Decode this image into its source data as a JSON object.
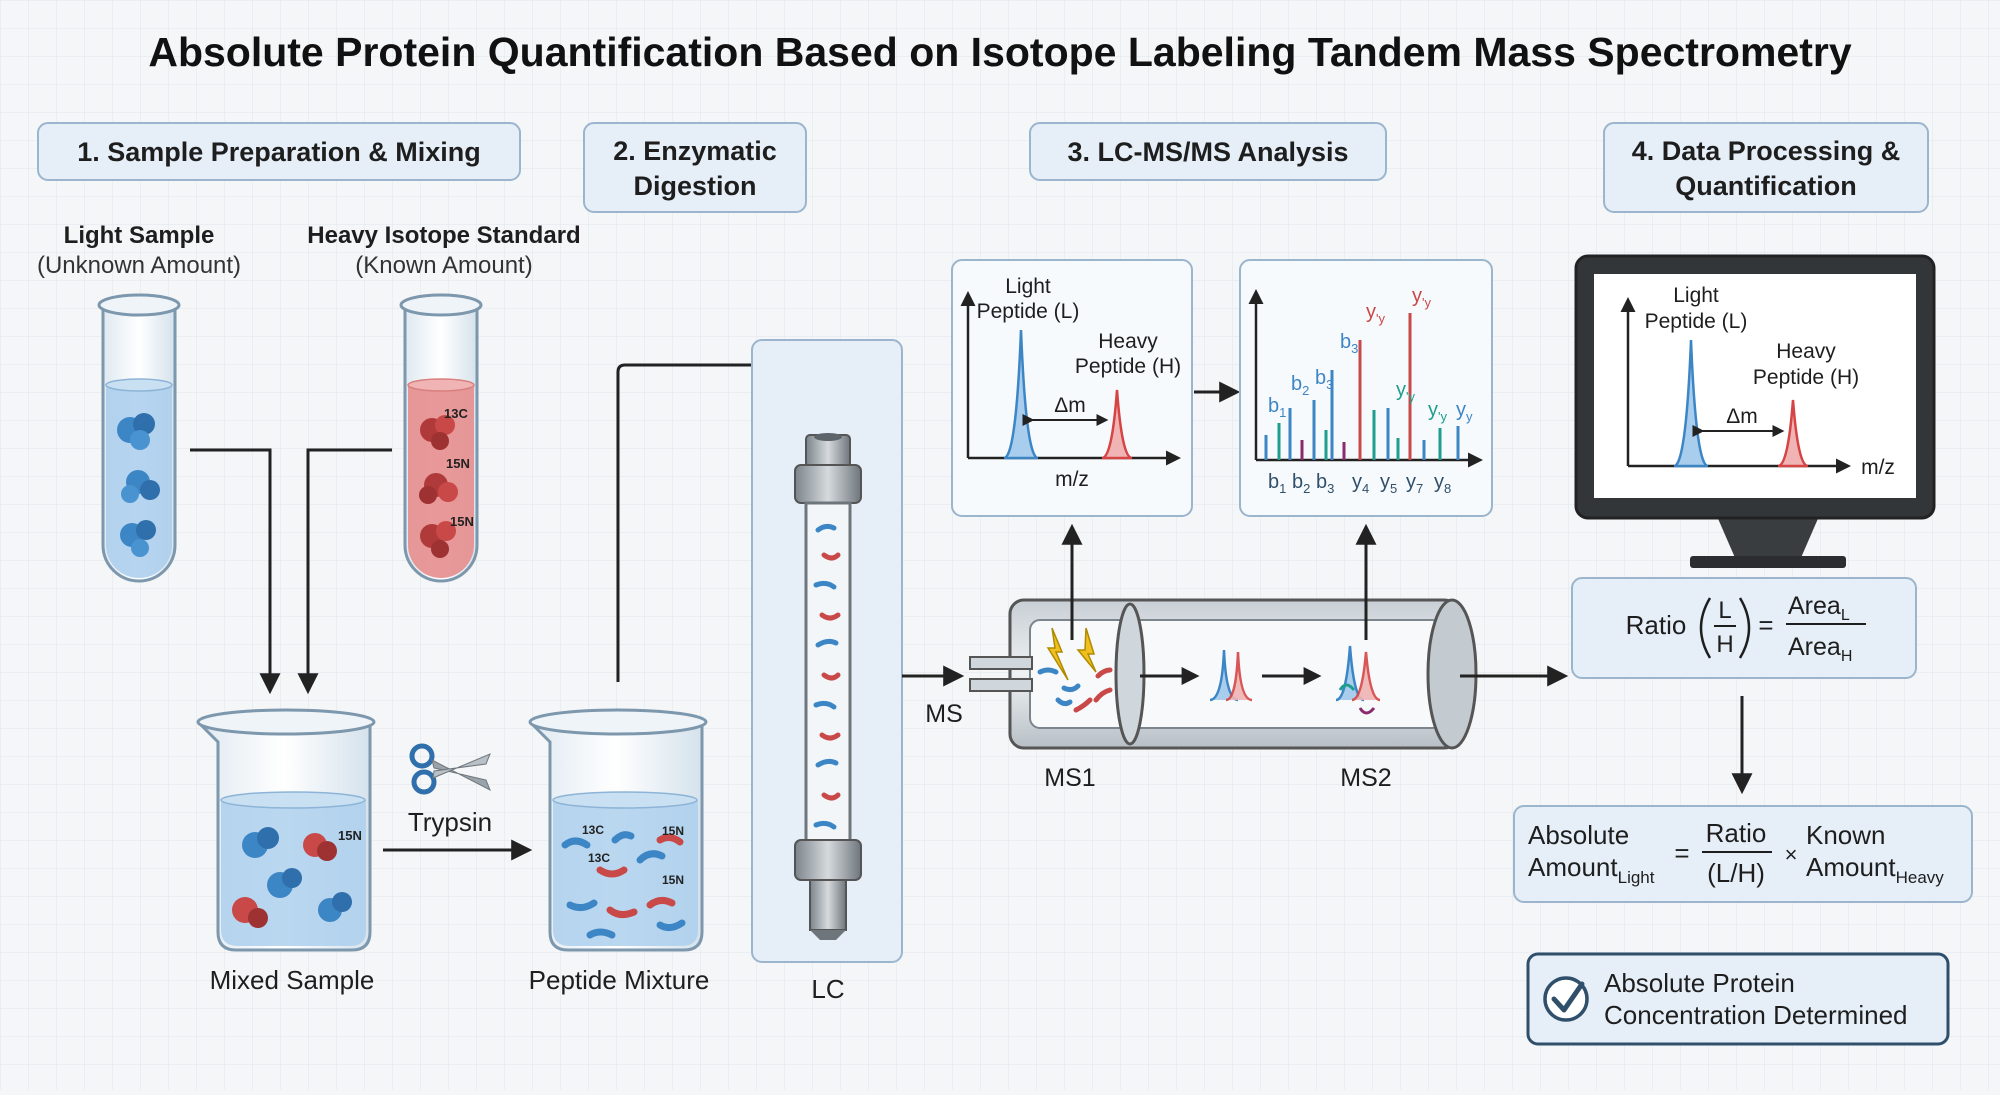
{
  "title": "Absolute Protein Quantification Based on Isotope Labeling Tandem Mass Spectrometry",
  "steps": [
    {
      "lines": [
        "1. Sample Preparation & Mixing"
      ]
    },
    {
      "lines": [
        "2. Enzymatic",
        "Digestion"
      ]
    },
    {
      "lines": [
        "3. LC-MS/MS Analysis"
      ]
    },
    {
      "lines": [
        "4. Data Processing &",
        "Quantification"
      ]
    }
  ],
  "light_sample": {
    "title": "Light Sample",
    "subtitle": "(Unknown Amount)"
  },
  "heavy_sample": {
    "title": "Heavy Isotope Standard",
    "subtitle": "(Known Amount)"
  },
  "isotopes": {
    "c13": "13C",
    "n15": "15N"
  },
  "enzyme": "Trypsin",
  "mixed_label": "Mixed Sample",
  "peptide_label": "Peptide Mixture",
  "lc_label": "LC",
  "ms_label": "MS",
  "ms1_label": "MS1",
  "ms2_label": "MS2",
  "ms1_spectrum": {
    "light_line1": "Light",
    "light_line2": "Peptide (L)",
    "heavy_line1": "Heavy",
    "heavy_line2": "Peptide (H)",
    "delta": "Δm",
    "xaxis": "m/z"
  },
  "ms2_spectrum": {
    "top_labels": [
      "b1",
      "b2",
      "b3",
      "b3",
      "y'y",
      "y'y",
      "y'y",
      "y'y",
      "yy"
    ],
    "bottom_labels": [
      "b1",
      "b2",
      "b3",
      "y4",
      "y5",
      "y7",
      "y8"
    ]
  },
  "monitor_spectrum": {
    "light_line1": "Light",
    "light_line2": "Peptide (L)",
    "heavy_line1": "Heavy",
    "heavy_line2": "Peptide (H)",
    "delta": "Δm",
    "xaxis": "m/z"
  },
  "ratio_formula": {
    "lhs": "Ratio",
    "num_top": "L",
    "num_bottom": "H",
    "eq": "=",
    "area": "Area",
    "sub_l": "L",
    "sub_h": "H"
  },
  "absolute_formula": {
    "line1": "Absolute",
    "line2": "Amount",
    "sub_light": "Light",
    "eq": "=",
    "ratio": "Ratio",
    "ratio_sub": "(L/H)",
    "times": "×",
    "known1": "Known",
    "known2": "Amount",
    "sub_heavy": "Heavy"
  },
  "result": {
    "line1": "Absolute Protein",
    "line2": "Concentration Determined"
  },
  "colors": {
    "light": "#3d86c6",
    "heavy": "#d64545",
    "panel": "#e6eff8",
    "panel_border": "#9bb5cf",
    "ink": "#1e1e1e"
  }
}
